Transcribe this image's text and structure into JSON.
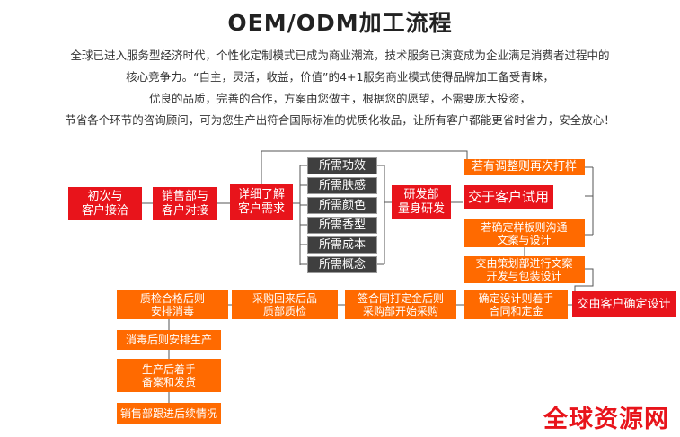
{
  "title": "OEM/ODM加工流程",
  "intro": [
    "全球已进入服务型经济时代，个性化定制模式已成为商业潮流，技术服务已演变成为企业满足消费者过程中的",
    "核心竞争力。“自主，灵活，收益，价值”的4+1服务商业模式使得品牌加工备受青睐，",
    "优良的品质，完善的合作，方案由您做主，根据您的愿望，不需要庞大投资，",
    "节省各个环节的咨询顾问，可为您生产出符合国际标准的优质化妆品，让所有客户都能更省时省力，安全放心！"
  ],
  "flow": {
    "first_contact": "初次与\n客户接洽",
    "sales_contact": "销售部与\n客户对接",
    "understand_needs": "详细了解\n客户需求",
    "needs_list": [
      "所需功效",
      "所需肤感",
      "所需颜色",
      "所需香型",
      "所需成本",
      "所需概念"
    ],
    "rd_develop": "研发部\n量身研发",
    "re_adjust": "若有调整则再次打样",
    "customer_trial": "交于客户试用",
    "confirm_sample": "若确定样板则沟通\n文案与设计",
    "planning_dept": "交由策划部进行文案\n开发与包装设计",
    "customer_confirm_design": "交由客户确定设计",
    "sign_contract": "确定设计则着手\n合同和定金",
    "purchase_start": "签合同打定金后则\n采购部开始采购",
    "qc_materials": "采购回来后品\n质部质检",
    "qc_passed": "质检合格后则\n安排消毒",
    "arrange_production": "消毒后则安排生产",
    "ship": "生产后着手\n备案和发货",
    "follow_up": "销售部跟进后续情况"
  },
  "watermark": "全球资源网",
  "colors": {
    "red": "#e8141b",
    "orange": "#ff6a00",
    "dark": "#3f3f3f"
  }
}
